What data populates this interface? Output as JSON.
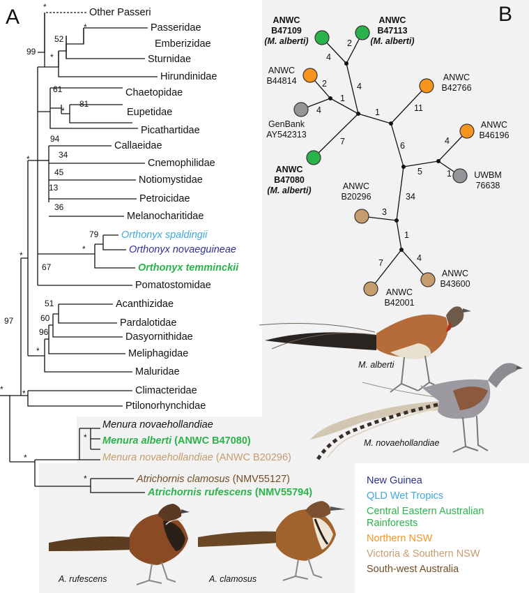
{
  "panel_a": {
    "letter": "A",
    "tips": {
      "other_passeri": "Other Passeri",
      "passeridae": "Passeridae",
      "emberizidae": "Emberizidae",
      "sturnidae": "Sturnidae",
      "hirundinidae": "Hirundinidae",
      "chaetopidae": "Chaetopidae",
      "eupetidae": "Eupetidae",
      "picathartidae": "Picathartidae",
      "callaeidae": "Callaeidae",
      "cnemophilidae": "Cnemophilidae",
      "notiomystidae": "Notiomystidae",
      "petroicidae": "Petroicidae",
      "melanocharitidae": "Melanocharitidae",
      "orthonyx_spaldingii": "Orthonyx spaldingii",
      "orthonyx_novaeguineae": "Orthonyx novaeguineae",
      "orthonyx_temminckii": "Orthonyx temminckii",
      "pomatostomidae": "Pomatostomidae",
      "acanthizidae": "Acanthizidae",
      "pardalotidae": "Pardalotidae",
      "dasyornithidae": "Dasyornithidae",
      "meliphagidae": "Meliphagidae",
      "maluridae": "Maluridae",
      "climacteridae": "Climacteridae",
      "ptilonorhynchidae": "Ptilonorhynchidae",
      "menura_nov1": "Menura novaehollandiae",
      "menura_alberti": "Menura alberti",
      "menura_alberti_id": "(ANWC B47080)",
      "menura_nov2": "Menura novaehollandiae",
      "menura_nov2_id": "(ANWC B20296)",
      "atrichornis_clamosus": "Atrichornis clamosus",
      "atrichornis_clamosus_id": "(NMV55127)",
      "atrichornis_rufescens": "Atrichornis rufescens",
      "atrichornis_rufescens_id": "(NMV55794)"
    },
    "support": {
      "s_other": "*",
      "s_passeridae": "*",
      "s_52": "52",
      "s_hirund": "*",
      "s_99": "99",
      "s_61": "61",
      "s_81": "81",
      "s_eupet": "*",
      "s_94": "94",
      "s_34": "34",
      "s_45": "45",
      "s_13": "13",
      "s_36": "36",
      "s_core": "*",
      "s_79": "79",
      "s_orth": "*",
      "s_67": "67",
      "s_corv": "*",
      "s_51": "51",
      "s_60": "60",
      "s_96": "96",
      "s_meliph": "*",
      "s_climact": "*",
      "s_97": "97",
      "s_root": "*",
      "s_menura": "*",
      "s_menatri": "*",
      "s_atri": "*"
    }
  },
  "panel_b": {
    "letter": "B",
    "nodes": {
      "b47109": [
        "ANWC",
        "B47109",
        "(M. alberti)"
      ],
      "b47113": [
        "ANWC",
        "B47113",
        "(M. alberti)"
      ],
      "b44814": [
        "ANWC",
        "B44814"
      ],
      "genbank": [
        "GenBank",
        "AY542313"
      ],
      "b47080": [
        "ANWC",
        "B47080",
        "(M. alberti)"
      ],
      "b42766": [
        "ANWC",
        "B42766"
      ],
      "b46196": [
        "ANWC",
        "B46196"
      ],
      "uwbm": [
        "UWBM",
        "76638"
      ],
      "b20296": [
        "ANWC",
        "B20296"
      ],
      "b43600": [
        "ANWC",
        "B43600"
      ],
      "b42001": [
        "ANWC",
        "B42001"
      ]
    },
    "branch_lengths": {
      "e_b47109": "4",
      "e_b47113": "2",
      "e_n1n2": "4",
      "e_b44814": "2",
      "e_n3n2": "1",
      "e_genbank": "4",
      "e_b47080": "7",
      "e_n2n4": "1",
      "e_b42766": "11",
      "e_n4n5": "6",
      "e_b46196": "4",
      "e_n5n6": "5",
      "e_uwbm": "1",
      "e_n5n7": "34",
      "e_b20296": "3",
      "e_n7n8": "1",
      "e_b42001": "7",
      "e_b43600": "4"
    },
    "captions": {
      "m_alberti": "M. alberti",
      "m_novaehollandiae": "M. novaehollandiae"
    }
  },
  "bottom_captions": {
    "a_rufescens": "A. rufescens",
    "a_clamosus": "A. clamosus"
  },
  "legend": [
    {
      "label": "New Guinea",
      "color": "#2e3192"
    },
    {
      "label": "QLD Wet Tropics",
      "color": "#3fa9dd"
    },
    {
      "label": "Central Eastern Australian",
      "color": "#2bb34b"
    },
    {
      "label": "Rainforests",
      "color": "#2bb34b"
    },
    {
      "label": "Northern NSW",
      "color": "#f7941d"
    },
    {
      "label": "Victoria & Southern NSW",
      "color": "#c69c6d"
    },
    {
      "label": "South-west Australia",
      "color": "#754c24"
    }
  ],
  "colors": {
    "new_guinea": "#2e3192",
    "qld_wet_tropics": "#3fa9dd",
    "central_eastern_rainforest": "#2bb34b",
    "northern_nsw": "#f7941d",
    "victoria_southern_nsw": "#c69c6d",
    "south_west_australia": "#754c24",
    "unknown_grey": "#939598"
  }
}
